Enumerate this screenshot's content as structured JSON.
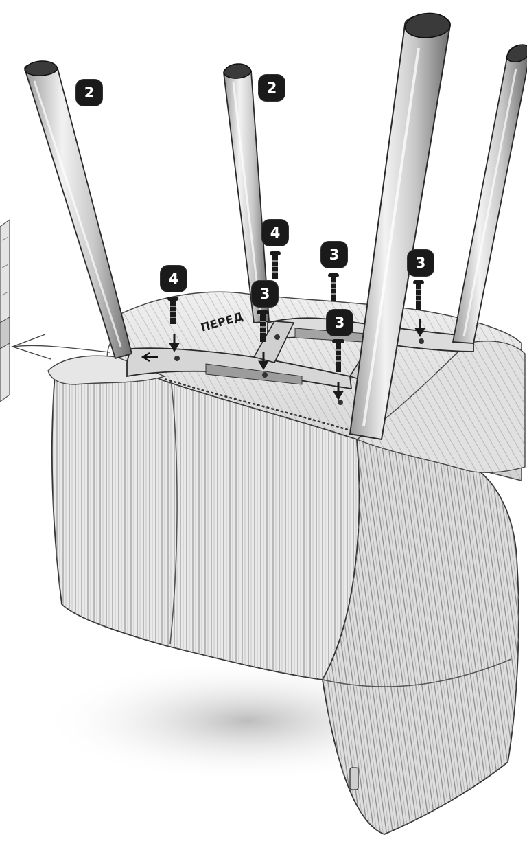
{
  "labels": {
    "front": "ПЕРЕД"
  },
  "badges": {
    "leg_left": "2",
    "leg_back": "2",
    "screw_left_front": "4",
    "screw_back_left": "4",
    "screw_center": "3",
    "screw_back_middle": "3",
    "screw_right_front": "3",
    "screw_right_back": "3"
  },
  "icons": [
    "screw-icon",
    "down-arrow-icon",
    "detail-callout-icon"
  ],
  "colors": {
    "ink": "#1a1a1a",
    "badge": "#1a1a1a",
    "badge_text": "#ffffff",
    "paper": "#ffffff"
  }
}
